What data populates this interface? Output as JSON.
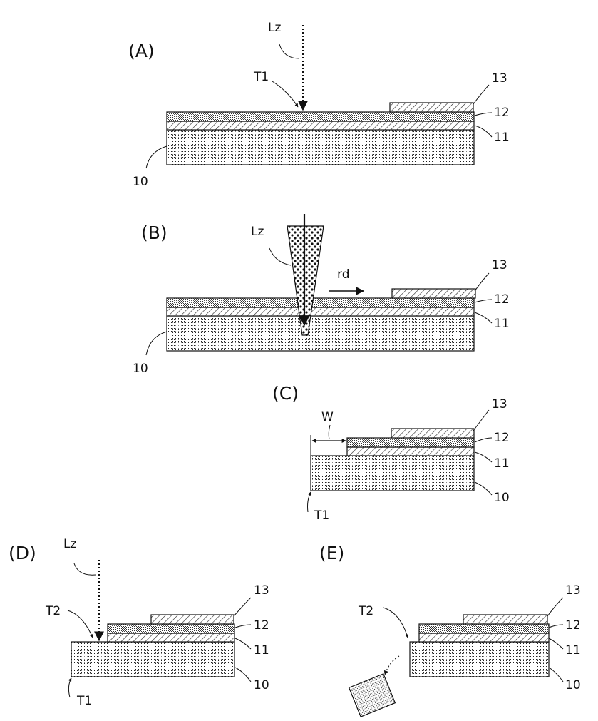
{
  "panels": {
    "A": {
      "label": "(A)",
      "beam": "Lz",
      "target": "T1",
      "refs": {
        "substrate": "10",
        "layer11": "11",
        "layer12": "12",
        "layer13": "13"
      }
    },
    "B": {
      "label": "(B)",
      "beam": "Lz",
      "direction": "rd",
      "refs": {
        "substrate": "10",
        "layer11": "11",
        "layer12": "12",
        "layer13": "13"
      }
    },
    "C": {
      "label": "(C)",
      "width": "W",
      "edge": "T1",
      "refs": {
        "substrate": "10",
        "layer11": "11",
        "layer12": "12",
        "layer13": "13"
      }
    },
    "D": {
      "label": "(D)",
      "beam": "Lz",
      "target": "T2",
      "edge": "T1",
      "refs": {
        "substrate": "10",
        "layer11": "11",
        "layer12": "12",
        "layer13": "13"
      }
    },
    "E": {
      "label": "(E)",
      "edge": "T2",
      "refs": {
        "substrate": "10",
        "layer11": "11",
        "layer12": "12",
        "layer13": "13"
      }
    }
  },
  "colors": {
    "ink": "#111111",
    "background": "#ffffff"
  }
}
